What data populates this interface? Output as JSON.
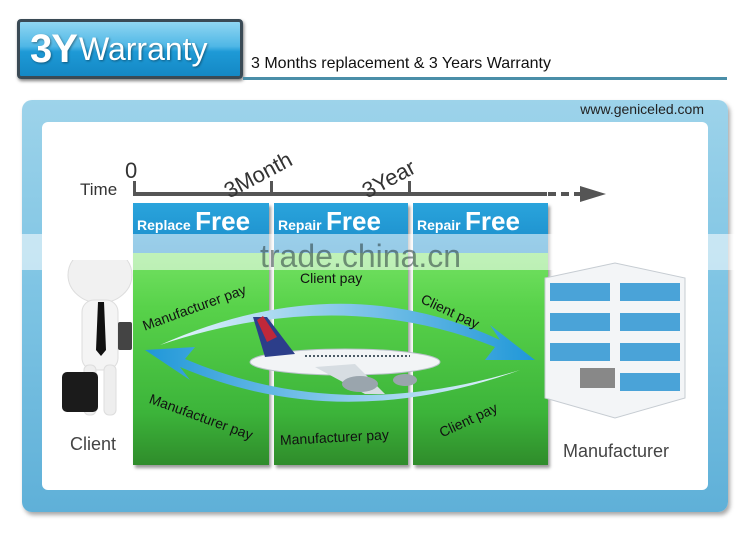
{
  "header": {
    "badge_big": "3Y",
    "badge_rest": "Warranty",
    "subtitle": "3 Months replacement & 3 Years Warranty"
  },
  "frame": {
    "url": "www.geniceled.com"
  },
  "timeline": {
    "axis_label": "Time",
    "ticks": [
      "0",
      "3Month",
      "3Year"
    ]
  },
  "columns": [
    {
      "small": "Replace",
      "free": "Free"
    },
    {
      "small": "Repair",
      "free": "Free"
    },
    {
      "small": "Repair",
      "free": "Free"
    }
  ],
  "payments": {
    "col1_top": "Manufacturer pay",
    "col1_bottom": "Manufacturer pay",
    "col2_top": "Client pay",
    "col2_bottom": "Manufacturer pay",
    "col3_top": "Client pay",
    "col3_bottom": "Client pay"
  },
  "actors": {
    "client": "Client",
    "manufacturer": "Manufacturer"
  },
  "watermark": "trade.china.cn",
  "colors": {
    "badge_blue": "#1e9ad6",
    "header_line": "#4a8ea8",
    "frame_blue": "#7cc3e3",
    "column_green": "#58d24a",
    "column_head_blue": "#1a8cca",
    "arrow_blue": "#2a9fdc"
  }
}
